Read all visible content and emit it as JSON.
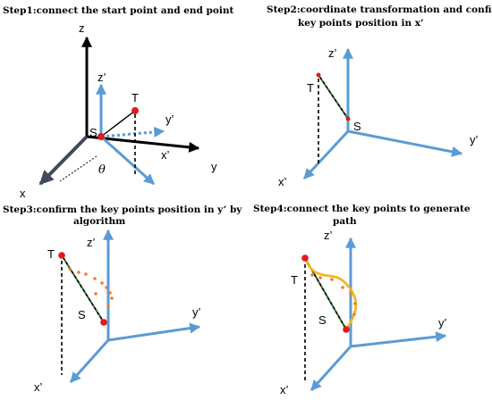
{
  "panels": [
    {
      "title_lines": [
        "Step1:connect the start point  and end point"
      ],
      "labels": {
        "z": "z",
        "zp": "z’",
        "x": "x",
        "y": "y",
        "xp": "x’",
        "yp": "y’",
        "T": "T",
        "S": "S",
        "theta": "θ"
      }
    },
    {
      "title_lines": [
        "Step2:coordinate transformation and confirm the",
        "key points position in x’"
      ],
      "labels": {
        "zp": "z’",
        "xp": "x’",
        "yp": "y’",
        "T": "T",
        "S": "S"
      }
    },
    {
      "title_lines": [
        "Step3:confirm the key points position in y’  by",
        "algorithm"
      ],
      "labels": {
        "zp": "z’",
        "xp": "x’",
        "yp": "y’",
        "T": "T",
        "S": "S"
      }
    },
    {
      "title_lines": [
        "Step4:connect the key points to generate",
        "path"
      ],
      "labels": {
        "zp": "z’",
        "xp": "x’",
        "yp": "y’",
        "T": "T",
        "S": "S"
      }
    }
  ],
  "colors": {
    "axis_black": "#000000",
    "axis_blue": "#5b9bd5",
    "axis_dark": "#404a5a",
    "point_red": "#e3191c",
    "segment_green": "#2e7d32",
    "orange_dots": "#ed7d31",
    "path_yellow": "#f5b417"
  }
}
